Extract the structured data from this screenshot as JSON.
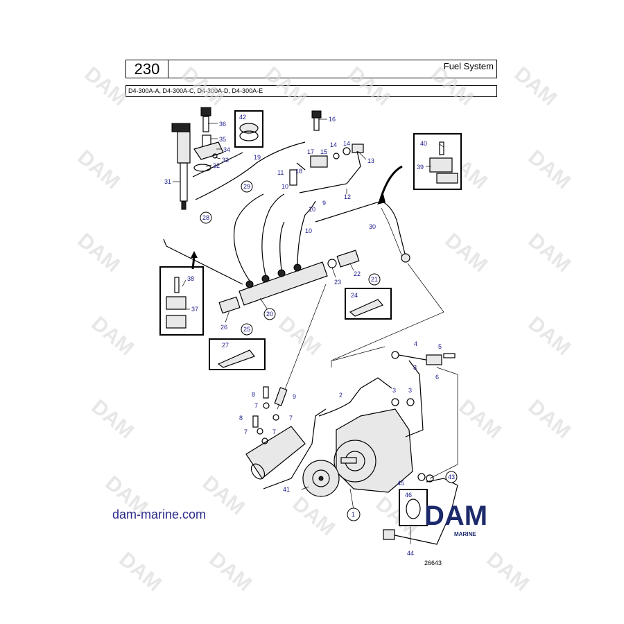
{
  "header": {
    "page_number": "230",
    "section_title": "Fuel System",
    "models": "D4-300A-A, D4-300A-C, D4-300A-D, D4-300A-E"
  },
  "watermark": {
    "text": "DAM"
  },
  "callouts": {
    "c1": "1",
    "c2": "2",
    "c3a": "3",
    "c3b": "3",
    "c3c": "3",
    "c4": "4",
    "c5": "5",
    "c6": "6",
    "c7a": "7",
    "c7b": "7",
    "c7c": "7",
    "c7d": "7",
    "c8a": "8",
    "c8b": "8",
    "c9a": "9",
    "c9b": "9",
    "c10a": "10",
    "c10b": "10",
    "c10c": "10",
    "c11": "11",
    "c12": "12",
    "c13": "13",
    "c14a": "14",
    "c14b": "14",
    "c15": "15",
    "c16": "16",
    "c17": "17",
    "c18": "18",
    "c19": "19",
    "c20": "20",
    "c21": "21",
    "c22": "22",
    "c23": "23",
    "c24": "24",
    "c25": "25",
    "c26": "26",
    "c27": "27",
    "c28": "28",
    "c29": "29",
    "c30": "30",
    "c31": "31",
    "c32": "32",
    "c33": "33",
    "c34": "34",
    "c35": "35",
    "c36": "36",
    "c37": "37",
    "c38": "38",
    "c39": "39",
    "c40": "40",
    "c41": "41",
    "c42": "42",
    "c43": "43",
    "c44": "44",
    "c45": "45",
    "c46": "46"
  },
  "footer": {
    "website": "dam-marine.com",
    "drawing_number": "26643",
    "logo_text": "DAM",
    "logo_subtext": "MARINE"
  }
}
